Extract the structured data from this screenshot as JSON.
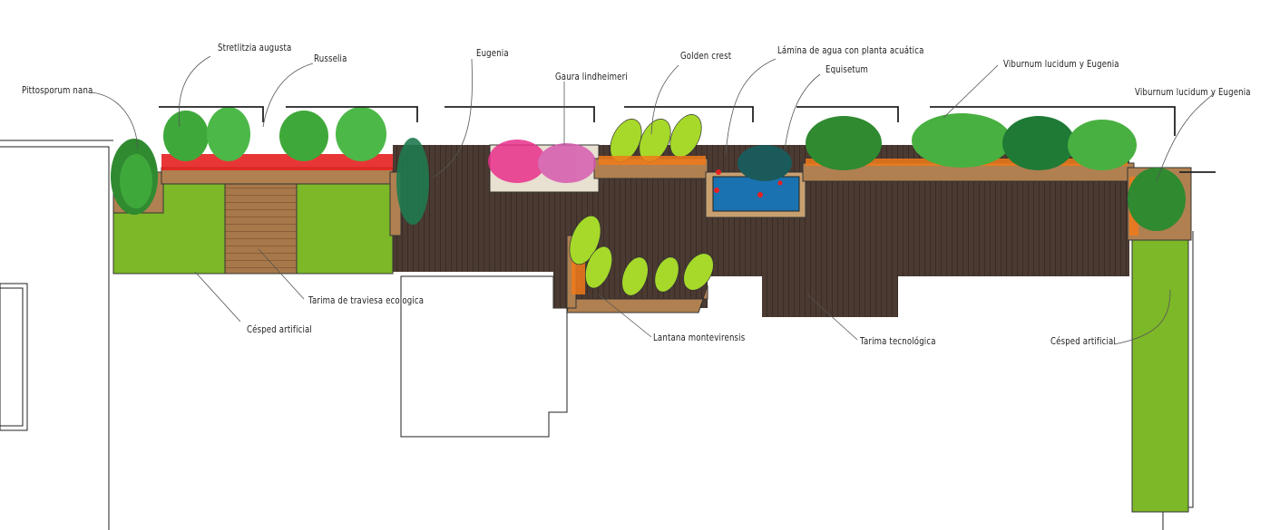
{
  "labels": {
    "pittosporum": "Pittosporum nana",
    "strelitzia": "Stretlitzia augusta",
    "russelia": "Russelia",
    "eugenia": "Eugenia",
    "gaura": "Gaura lindheimeri",
    "golden_crest": "Golden crest",
    "lamina": "Lámina de agua con planta acuática",
    "equisetum": "Equisetum",
    "viburnum_1": "Viburnum lucidum y Eugenia",
    "viburnum_2": "Viburnum lucidum y Eugenia",
    "tarima_traviesa": "Tarima de traviesa ecologica",
    "cesped_1": "Césped artificial",
    "lantana": "Lantana montevirensis",
    "tarima_tecnologica": "Tarima tecnológica",
    "cesped_2": "Césped artificial"
  },
  "colors": {
    "lawn": "#7cb828",
    "deck_dark": "#4a3a32",
    "deck_light": "#a7784a",
    "planter": "#b08050",
    "water": "#1a72b0",
    "foliage": "#3fa83a",
    "pink": "#e8308c",
    "red": "#e62020",
    "orange": "#f07a1a",
    "lime": "#a6d92a"
  }
}
